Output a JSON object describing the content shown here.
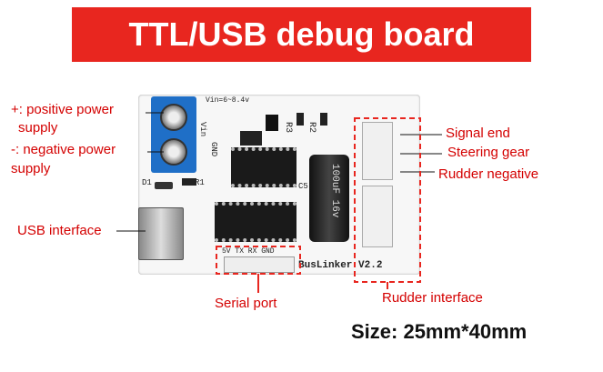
{
  "title": "TTL/USB debug board",
  "labels": {
    "positive_power_line1": "+: positive power",
    "positive_power_line2": "supply",
    "negative_power_line1": "-: negative power",
    "negative_power_line2": "supply",
    "usb_interface": "USB interface",
    "serial_port": "Serial port",
    "signal_end": "Signal end",
    "steering_gear": "Steering gear",
    "rudder_negative": "Rudder negative",
    "rudder_interface": "Rudder interface"
  },
  "size_text": "Size: 25mm*40mm",
  "board_silkscreen": {
    "voltage": "Vin=6~8.4v",
    "vin": "Vin",
    "gnd": "GND",
    "r3": "R3",
    "r2": "R2",
    "r1": "R1",
    "d1": "D1",
    "c5": "C5",
    "capacitor": "100uF 16v",
    "serial_pins": "5V TX RX GND",
    "brand": "BusLinker V2.2"
  },
  "colors": {
    "title_bg": "#e8261f",
    "label_red": "#d40000",
    "terminal_blue": "#1f6fc7"
  }
}
